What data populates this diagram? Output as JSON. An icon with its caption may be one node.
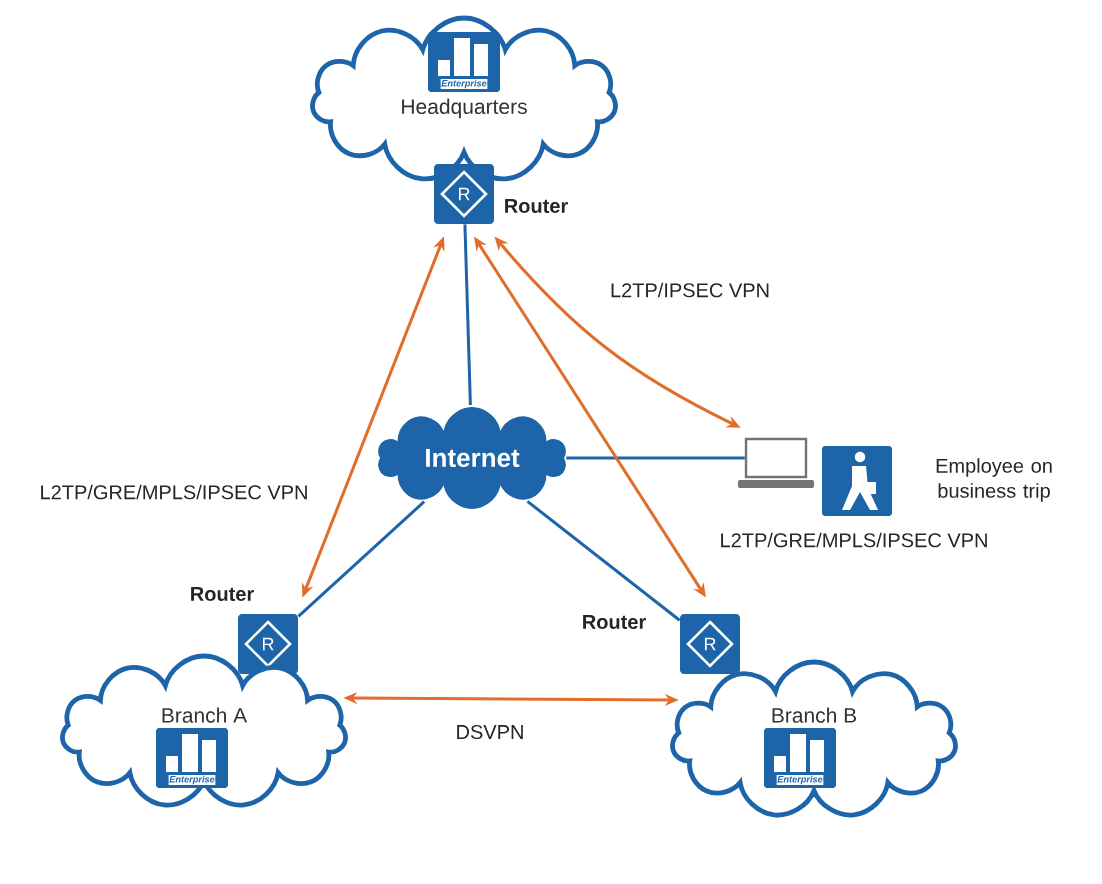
{
  "diagram": {
    "nodes": [
      {
        "text": [
          "Headquarters"
        ]
      },
      {
        "text": [
          "R"
        ],
        "beside": [
          "Router"
        ]
      },
      {
        "text": [
          "Internet"
        ]
      },
      {
        "text": [],
        "shape": "laptop",
        "beside": [
          "Employee on business trip"
        ]
      },
      {
        "text": [
          "R"
        ],
        "beside": [
          "Router"
        ]
      },
      {
        "text": [
          "R"
        ],
        "beside": [
          "Router"
        ]
      },
      {
        "text": [
          "Branch A"
        ]
      },
      {
        "text": [
          "Branch B"
        ]
      }
    ],
    "edges": [
      {
        "from": 1,
        "to": 2,
        "arrow": "none",
        "color": "#1e64a8"
      },
      {
        "from": 2,
        "to": 3,
        "arrow": "none",
        "color": "#1e64a8"
      },
      {
        "from": 2,
        "to": 4,
        "arrow": "none",
        "color": "#1e64a8"
      },
      {
        "from": 2,
        "to": 5,
        "arrow": "none",
        "color": "#1e64a8"
      },
      {
        "from": 1,
        "to": 4,
        "arrow": "both",
        "color": "#e06d2a",
        "label": "L2TP/GRE/MPLS/IPSEC VPN"
      },
      {
        "from": 1,
        "to": 3,
        "arrow": "both",
        "color": "#e06d2a",
        "label": "L2TP/IPSEC VPN"
      },
      {
        "from": 1,
        "to": 5,
        "arrow": "both",
        "color": "#e06d2a",
        "label": "L2TP/GRE/MPLS/IPSEC VPN"
      },
      {
        "from": 6,
        "to": 7,
        "arrow": "both",
        "color": "#e06d2a",
        "label": "DSVPN"
      }
    ],
    "labels": [
      "Enterprise",
      "Enterprise",
      "Enterprise"
    ]
  }
}
